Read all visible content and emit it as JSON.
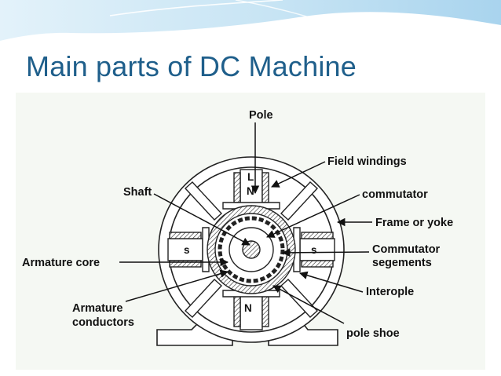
{
  "slide": {
    "title": "Main parts of DC Machine",
    "colors": {
      "title": "#1f5f8b",
      "background": "#ffffff",
      "header_wave": "#bfe0f2",
      "panel": "#f5f8f3"
    }
  },
  "diagram": {
    "labels": {
      "pole": "Pole",
      "field_windings": "Field windings",
      "shaft": "Shaft",
      "commutator": "commutator",
      "frame_or_yoke": "Frame or yoke",
      "commutator_segments_line1": "Commutator",
      "commutator_segments_line2": "segements",
      "armature_core": "Armature core",
      "interpole": "Interople",
      "armature_conductors_line1": "Armature",
      "armature_conductors_line2": "conductors",
      "pole_shoe": "pole shoe"
    },
    "pole_letters": {
      "top_small": "L",
      "top": "N",
      "left": "s",
      "right": "s",
      "bottom": "N"
    }
  }
}
